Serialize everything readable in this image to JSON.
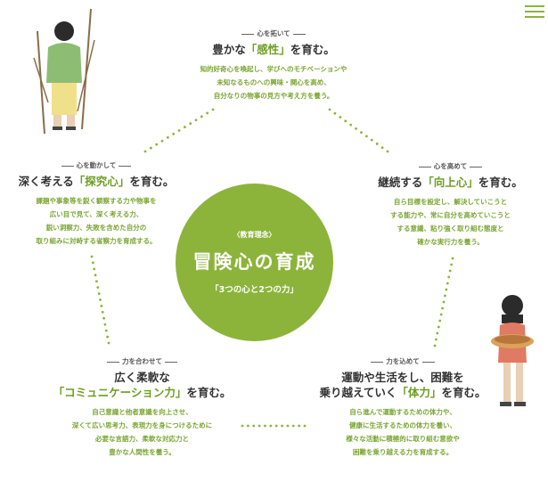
{
  "center": {
    "small": "〈教育理念〉",
    "title": "冒険心の育成",
    "sub": "「3つの心と2つの力」"
  },
  "blocks": {
    "top": {
      "eyebrow": "心を拓いて",
      "heading_pre": "豊かな",
      "heading_hl": "「感性」",
      "heading_post": "を育む。",
      "lines": [
        "知的好奇心を喚起し、学びへのモチベーションや",
        "未知なるものへの興味・関心を高め、",
        "自分なりの物事の見方や考え方を養う。"
      ]
    },
    "left": {
      "eyebrow": "心を動かして",
      "heading_pre": "深く考える",
      "heading_hl": "「探究心」",
      "heading_post": "を育む。",
      "lines": [
        "課題や事象等を鋭く観察する力や物事を",
        "広い目で見て、深く考える力、",
        "鋭い洞察力、失敗を含めた自分の",
        "取り組みに対峙する省察力を育成する。"
      ]
    },
    "right": {
      "eyebrow": "心を高めて",
      "heading_pre": "継続する",
      "heading_hl": "「向上心」",
      "heading_post": "を育む。",
      "lines": [
        "自ら目標を設定し、解決していこうと",
        "する能力や、常に自分を高めていこうと",
        "する意識、粘り強く取り組む態度と",
        "確かな実行力を養う。"
      ]
    },
    "bottom_left": {
      "eyebrow": "力を合わせて",
      "heading_line1": "広く柔軟な",
      "heading_hl": "「コミュニケーション力」",
      "heading_post": "を育む。",
      "lines": [
        "自己意識と他者意識を向上させ、",
        "深くて広い思考力、表現力を身につけるために",
        "必要な言語力、柔軟な対応力と",
        "豊かな人間性を養う。"
      ]
    },
    "bottom_right": {
      "eyebrow": "力を込めて",
      "heading_line1": "運動や生活をし、困難を",
      "heading_pre": "乗り越えていく",
      "heading_hl": "「体力」",
      "heading_post": "を育む。",
      "lines": [
        "自ら進んで運動するための体力や、",
        "健康に生活するための体力を養い、",
        "様々な活動に積極的に取り組む意欲や",
        "困難を乗り越える力を育成する。"
      ]
    }
  },
  "colors": {
    "accent": "#8cb43a",
    "accent_text": "#7aa531",
    "heading": "#333333"
  },
  "icons": {
    "menu": "hamburger-menu-icon"
  }
}
